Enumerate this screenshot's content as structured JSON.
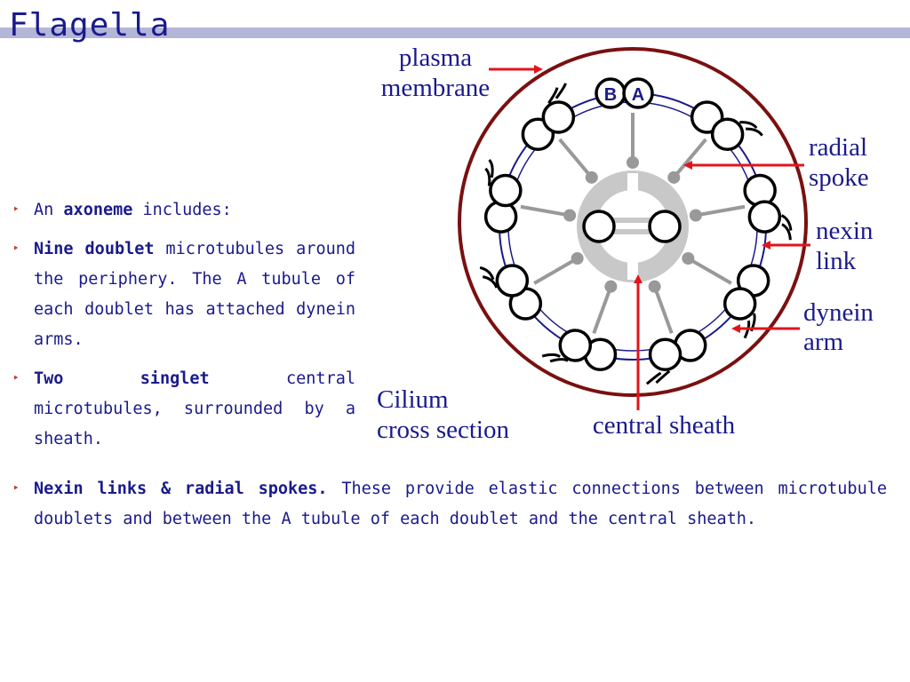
{
  "slide": {
    "title": "Flagella",
    "bullets": [
      {
        "pre": "An ",
        "bold": "axoneme",
        "post": " includes:"
      },
      {
        "pre": "",
        "bold": "Nine doublet",
        "post": " microtubules around the periphery. The A tubule of each doublet has attached dynein arms."
      },
      {
        "pre": "",
        "bold": "Two singlet",
        "post": " central microtubules, surrounded by a sheath."
      }
    ],
    "bullets_wide": [
      {
        "pre": "",
        "bold": "Nexin links & radial spokes.",
        "post": " These provide elastic connections between microtubule doublets and between the A tubule of each doublet and the central sheath."
      }
    ]
  },
  "diagram": {
    "labels": {
      "plasma1": "plasma",
      "plasma2": "membrane",
      "radial1": "radial",
      "radial2": "spoke",
      "nexin1": "nexin",
      "nexin2": "link",
      "dynein1": "dynein",
      "dynein2": "arm",
      "cilium1": "Cilium",
      "cilium2": "cross section",
      "sheath": "central sheath",
      "tubule_b": "B",
      "tubule_a": "A"
    },
    "colors": {
      "membrane": "#7a1010",
      "arrow": "#e0151b",
      "ring": "#1a1a8c",
      "spoke": "#999999",
      "sheath": "#c8c8c8"
    }
  }
}
